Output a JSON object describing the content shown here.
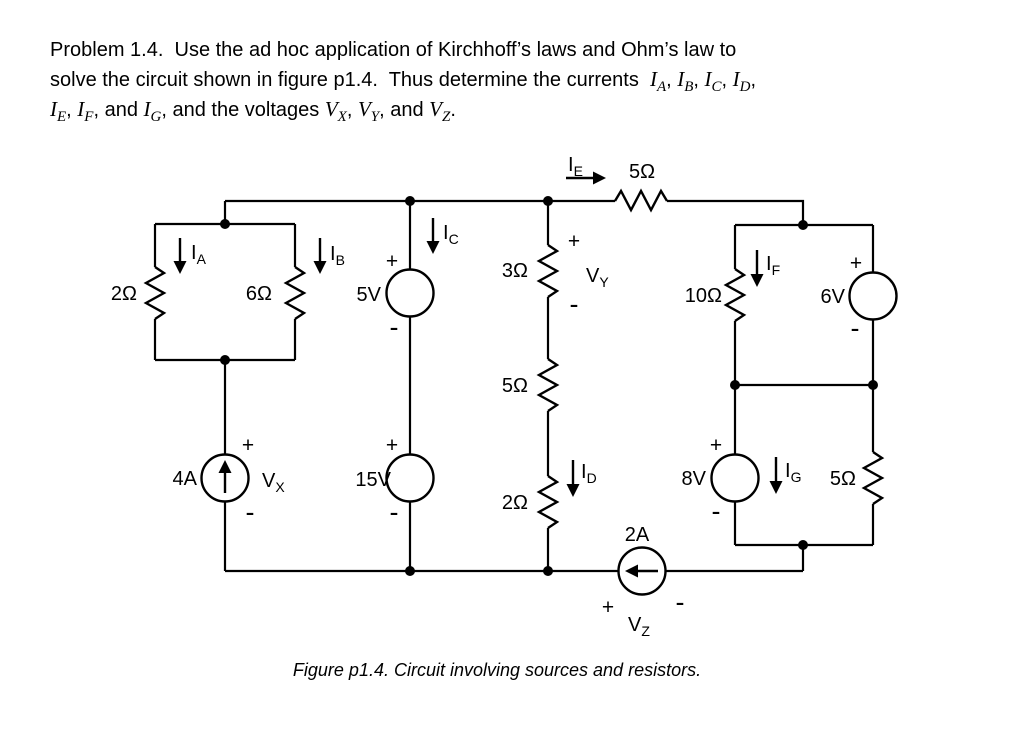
{
  "problem": {
    "line1": [
      {
        "t": "Problem 1.4.  Use the ad hoc application of Kirchhoff’s laws and Ohm’s law to"
      }
    ],
    "line2": [
      {
        "t": "solve the circuit shown in figure p1.4.  Thus determine the currents  "
      },
      {
        "v": "I",
        "s": "A"
      },
      {
        "t": ", "
      },
      {
        "v": "I",
        "s": "B"
      },
      {
        "t": ", "
      },
      {
        "v": "I",
        "s": "C"
      },
      {
        "t": ", "
      },
      {
        "v": "I",
        "s": "D"
      },
      {
        "t": ","
      }
    ],
    "line3": [
      {
        "v": "I",
        "s": "E"
      },
      {
        "t": ", "
      },
      {
        "v": "I",
        "s": "F"
      },
      {
        "t": ", and "
      },
      {
        "v": "I",
        "s": "G"
      },
      {
        "t": ", and the voltages "
      },
      {
        "v": "V",
        "s": "X"
      },
      {
        "t": ", "
      },
      {
        "v": "V",
        "s": "Y"
      },
      {
        "t": ", and "
      },
      {
        "v": "V",
        "s": "Z"
      },
      {
        "t": "."
      }
    ]
  },
  "figure": {
    "caption": "Figure p1.4. Circuit involving sources and resistors."
  },
  "circuit": {
    "signs": {
      "plus": "+",
      "minus": "-"
    },
    "resistors": {
      "r2_left": "2Ω",
      "r6": "6Ω",
      "r3": "3Ω",
      "r5_top": "5Ω",
      "r5_mid": "5Ω",
      "r2_mid": "2Ω",
      "r10": "10Ω",
      "r5_right": "5Ω"
    },
    "sources": {
      "v5": "5V",
      "v15": "15V",
      "v6": "6V",
      "v8": "8V",
      "i4": "4A",
      "i2": "2A"
    },
    "currents": {
      "ia": {
        "main": "I",
        "sub": "A"
      },
      "ib": {
        "main": "I",
        "sub": "B"
      },
      "ic": {
        "main": "I",
        "sub": "C"
      },
      "id": {
        "main": "I",
        "sub": "D"
      },
      "ie": {
        "main": "I",
        "sub": "E"
      },
      "if": {
        "main": "I",
        "sub": "F"
      },
      "ig": {
        "main": "I",
        "sub": "G"
      }
    },
    "voltages": {
      "vx": {
        "main": "V",
        "sub": "X"
      },
      "vy": {
        "main": "V",
        "sub": "Y"
      },
      "vz": {
        "main": "V",
        "sub": "Z"
      }
    }
  }
}
